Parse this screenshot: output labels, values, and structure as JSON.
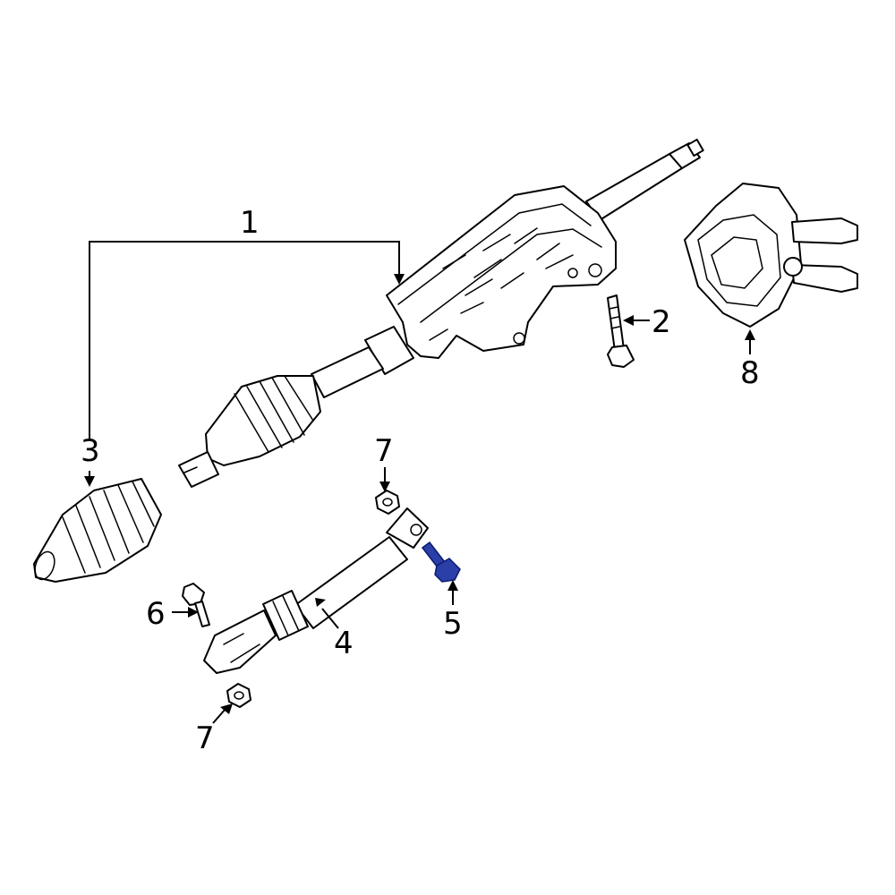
{
  "callouts": [
    {
      "id": "c1",
      "text": "1"
    },
    {
      "id": "c2",
      "text": "2"
    },
    {
      "id": "c3",
      "text": "3"
    },
    {
      "id": "c4",
      "text": "4"
    },
    {
      "id": "c5",
      "text": "5"
    },
    {
      "id": "c6",
      "text": "6"
    },
    {
      "id": "c7a",
      "text": "7"
    },
    {
      "id": "c7b",
      "text": "7"
    },
    {
      "id": "c8",
      "text": "8"
    }
  ],
  "colors": {
    "line": "#000000",
    "highlight": "#2b3fa8",
    "highlight_edge": "#0a1a6e",
    "background": "#ffffff"
  }
}
